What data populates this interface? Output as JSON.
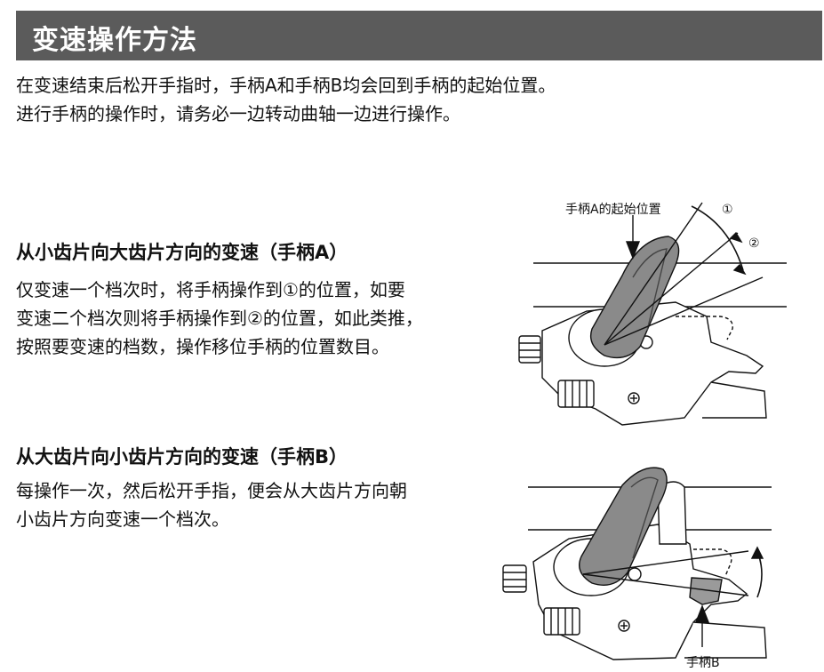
{
  "header": {
    "title": "变速操作方法"
  },
  "intro": [
    "在变速结束后松开手指时，手柄A和手柄B均会回到手柄的起始位置。",
    "进行手柄的操作时，请务必一边转动曲轴一边进行操作。"
  ],
  "section_a": {
    "heading": "从小齿片向大齿片方向的变速（手柄A）",
    "lines": [
      "仅变速一个档次时，将手柄操作到①的位置，如要",
      "变速二个档次则将手柄操作到②的位置，如此类推，",
      "按照要变速的档数，操作移位手柄的位置数目。"
    ]
  },
  "section_b": {
    "heading": "从大齿片向小齿片方向的变速（手柄B）",
    "lines": [
      "每操作一次，然后松开手指，便会从大齿片方向朝",
      "小齿片方向变速一个档次。"
    ]
  },
  "figure_a": {
    "label_start": "手柄A的起始位置",
    "mark_1": "①",
    "mark_2": "②"
  },
  "figure_b": {
    "label_lever": "手柄B"
  }
}
